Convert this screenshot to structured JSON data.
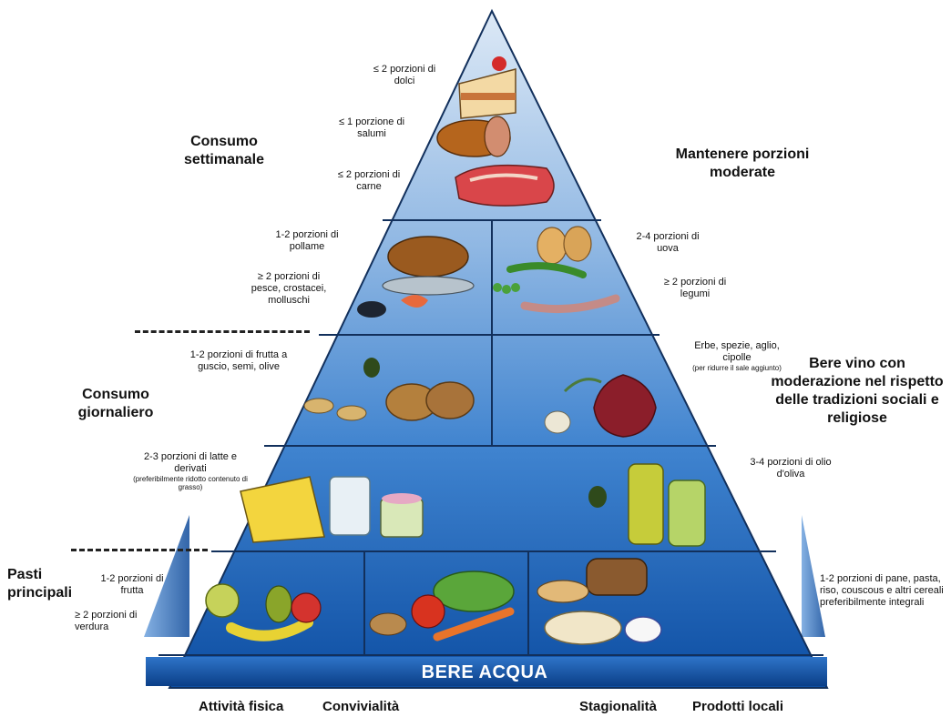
{
  "water_label": "BERE ACQUA",
  "headings": {
    "weekly": "Consumo settimanale",
    "daily": "Consumo giornaliero",
    "meals": "Pasti principali",
    "moderate": "Mantenere porzioni moderate",
    "wine": "Bere vino con moderazione nel rispetto delle tradizioni sociali e religiose"
  },
  "portions": {
    "sweets": "≤ 2 porzioni di dolci",
    "cured_meats": "≤ 1 porzione di salumi",
    "meat": "≤ 2 porzioni di carne",
    "poultry": "1-2 porzioni di pollame",
    "fish": "≥ 2 porzioni di pesce, crostacei, molluschi",
    "eggs": "2-4 porzioni di uova",
    "legumes": "≥ 2 porzioni di legumi",
    "nuts": "1-2 porzioni di frutta a guscio, semi, olive",
    "herbs": "Erbe, spezie, aglio, cipolle",
    "herbs_note": "(per ridurre il sale aggiunto)",
    "dairy": "2-3 porzioni di latte e derivati",
    "dairy_note": "(preferibilmente ridotto contenuto di grasso)",
    "olive_oil": "3-4 porzioni di olio d'oliva",
    "fruit": "1-2 porzioni di frutta",
    "vegetables": "≥ 2 porzioni di verdura",
    "cereals": "1-2 porzioni di pane, pasta, riso, couscous e altri cereali preferibilmente integrali"
  },
  "footer": {
    "physical_activity": "Attività fisica",
    "conviviality": "Convivialità",
    "seasonality": "Stagionalità",
    "local_products": "Prodotti locali"
  },
  "colors": {
    "pyramid_top": "#cfe1f3",
    "pyramid_bottom": "#0d4ea3",
    "base": "#1b5eb6",
    "divider": "#12305c"
  }
}
